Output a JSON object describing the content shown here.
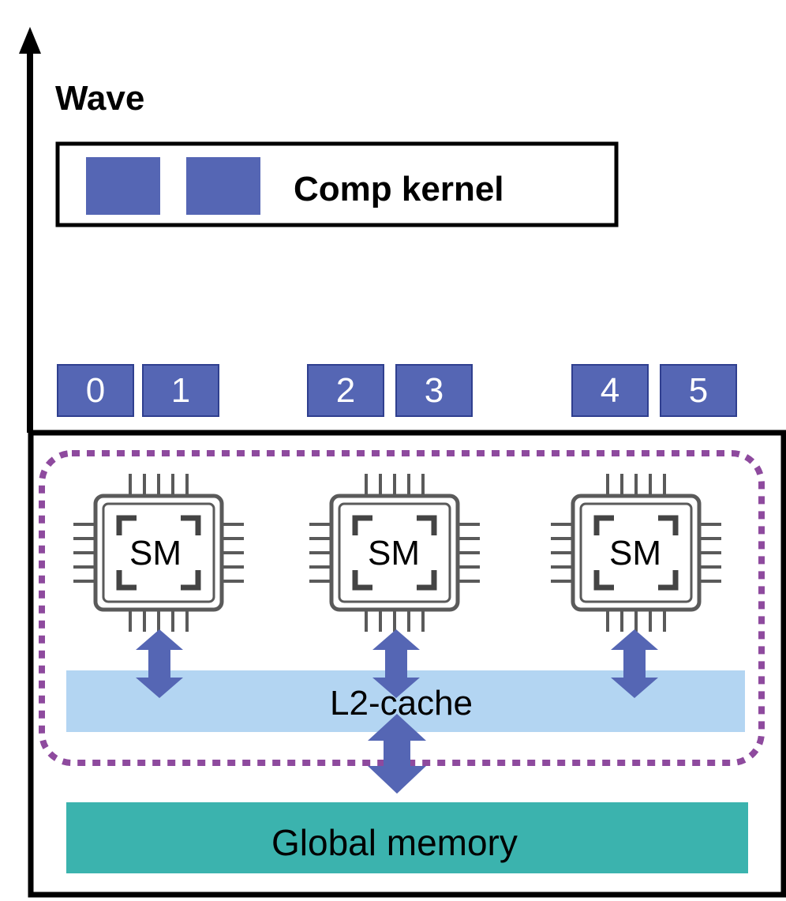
{
  "axis": {
    "label": "Wave"
  },
  "legend": {
    "label": "Comp kernel"
  },
  "blocks": [
    "0",
    "1",
    "2",
    "3",
    "4",
    "5"
  ],
  "sms": [
    "SM",
    "SM",
    "SM"
  ],
  "cache": {
    "label": "L2-cache"
  },
  "memory": {
    "label": "Global memory"
  },
  "colors": {
    "block": "#5566b4",
    "arrow": "#5566b4",
    "cache": "#b3d5f2",
    "memory": "#3bb3ae",
    "dotted_border": "#8e4a9e"
  }
}
